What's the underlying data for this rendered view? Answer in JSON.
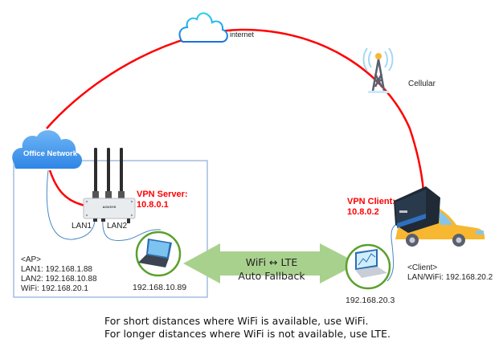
{
  "nodes": {
    "internet": {
      "label": "internet"
    },
    "cellular": {
      "label": "Cellular"
    },
    "office_network": {
      "label": "Office Network"
    },
    "vpn_server": {
      "label": "VPN Server:",
      "ip": "10.8.0.1"
    },
    "vpn_client": {
      "label": "VPN Client:",
      "ip": "10.8.0.2"
    },
    "ap_device": {
      "brand": "ACKSYS"
    },
    "ap_laptop": {
      "ip": "192.168.10.89"
    },
    "client_laptop": {
      "ip": "192.168.20.3"
    },
    "lan1": {
      "label": "LAN1"
    },
    "lan2": {
      "label": "LAN2"
    }
  },
  "ap_info": {
    "title": "<AP>",
    "lines": [
      "LAN1: 192.168.1.88",
      "LAN2: 192.168.10.88",
      "WiFi: 192.168.20.1"
    ]
  },
  "client_info": {
    "title": "<Client>",
    "line": "LAN/WiFi: 192.168.20.2"
  },
  "fallback_arrow": {
    "line1": "WiFi ↔ LTE",
    "line2": "Auto Fallback"
  },
  "caption": {
    "line1": "For short distances where WiFi is available, use WiFi.",
    "line2": "For longer distances where WiFi is not available, use LTE."
  },
  "colors": {
    "vpn_link": "#ff0000",
    "cloud_blue": "#4aa3f0",
    "arrow_green": "#a9d18e",
    "laptop_ring": "#5aa02c",
    "ap_box": "#8eaadb",
    "car": "#f7b731"
  }
}
